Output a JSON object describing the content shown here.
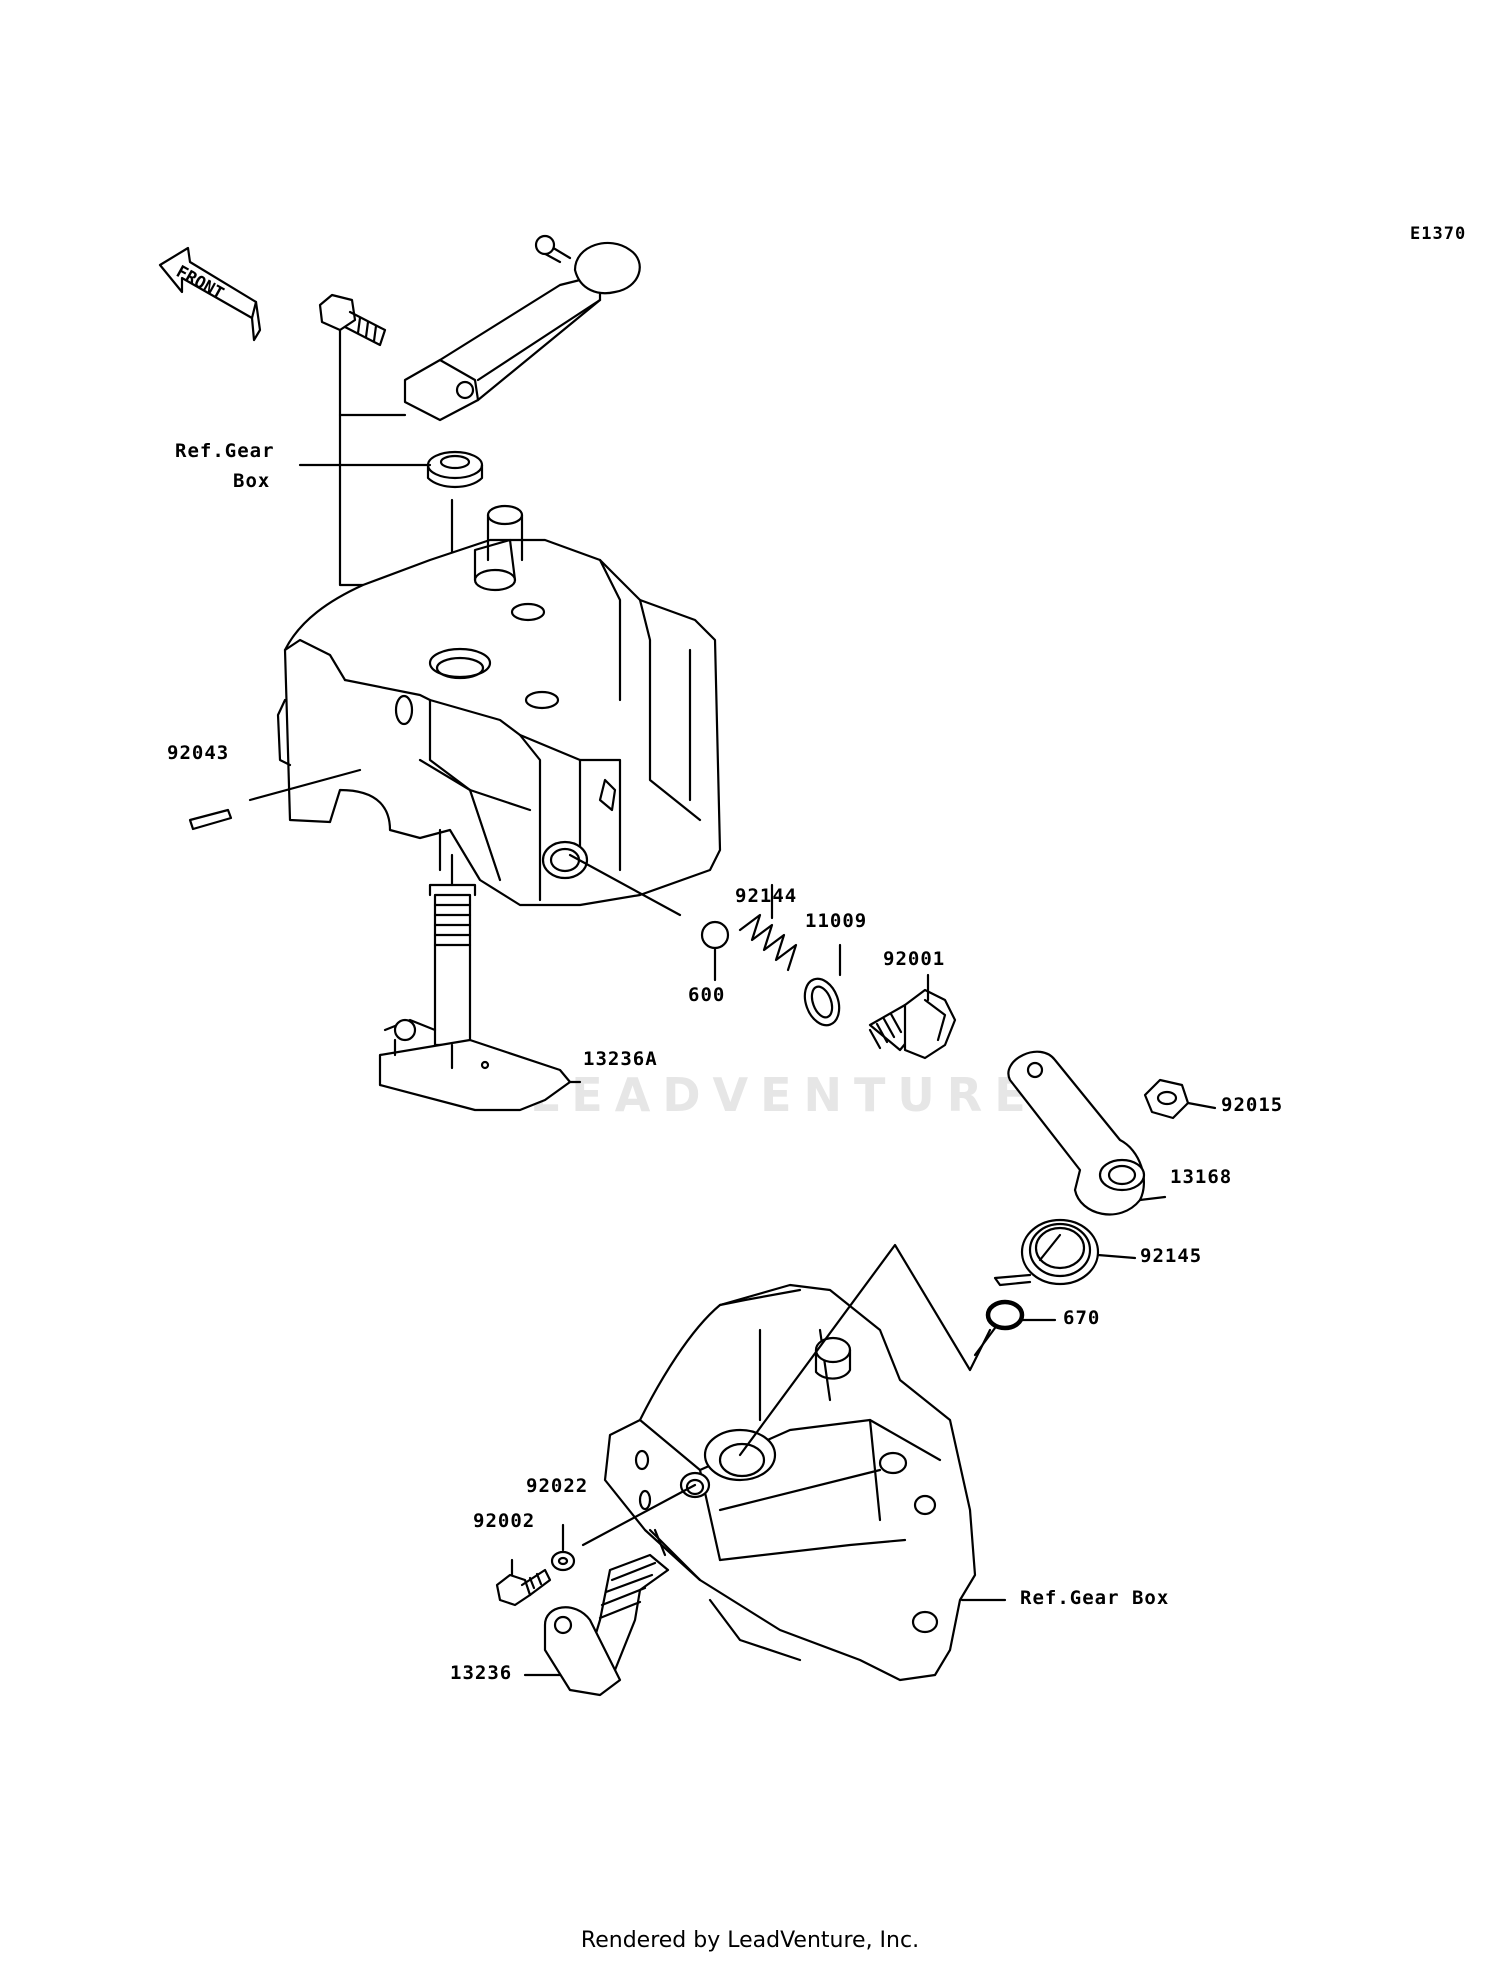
{
  "diagram_code": "E1370",
  "front_label": "FRONT",
  "watermark": "LEADVENTURE",
  "refs": {
    "gear_box_top_line1": "Ref.Gear",
    "gear_box_top_line2": "Box",
    "gear_box_bottom": "Ref.Gear Box"
  },
  "parts": {
    "p92043": "92043",
    "p92144": "92144",
    "p11009": "11009",
    "p92001": "92001",
    "p600": "600",
    "p13236A": "13236A",
    "p92015": "92015",
    "p13168": "13168",
    "p92145": "92145",
    "p670": "670",
    "p92022": "92022",
    "p92002": "92002",
    "p13236": "13236"
  },
  "footer": "Rendered by LeadVenture, Inc."
}
